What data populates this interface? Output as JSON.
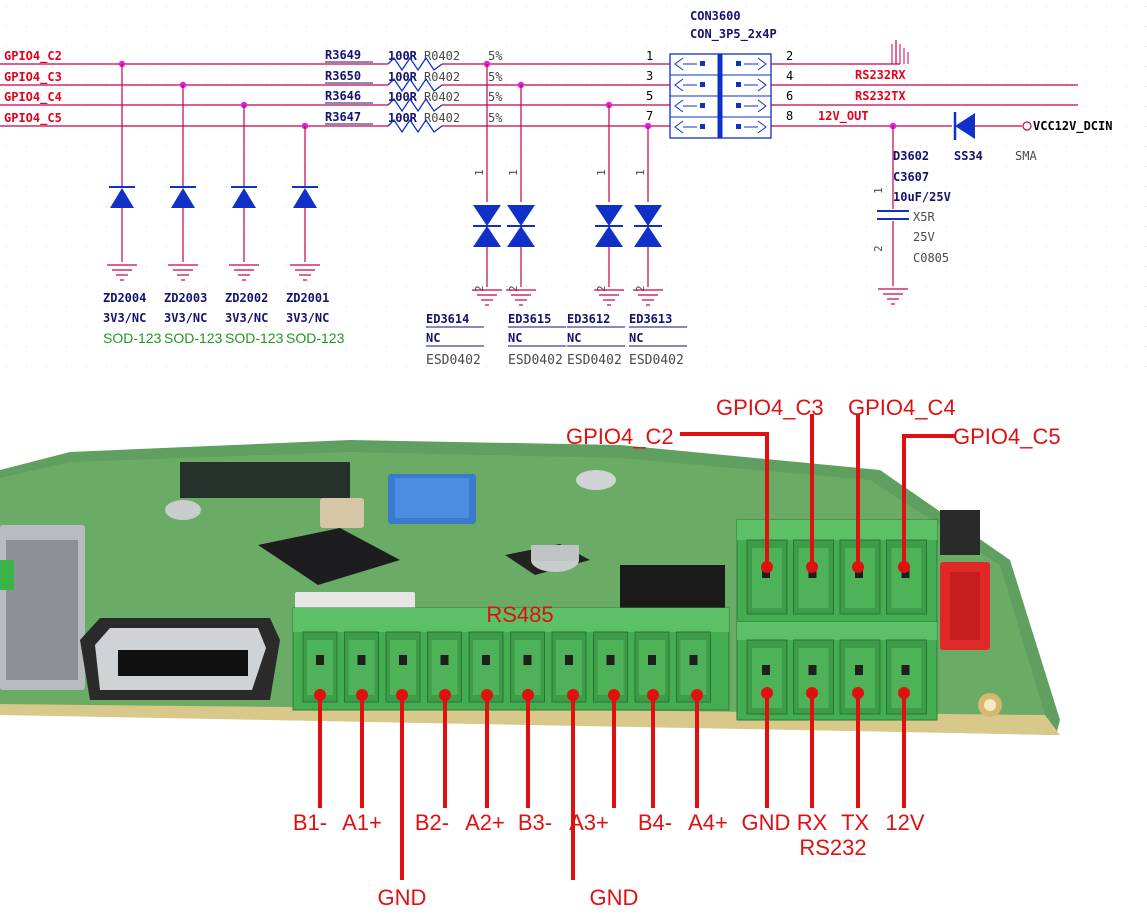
{
  "colors": {
    "net_line": "#c8004e",
    "net_label": "#e8001c",
    "part_ref": "#141470",
    "part_value": "#4a4a4a",
    "package": "#1e9a1e",
    "symbol_blue": "#1030c8",
    "callout_red": "#e01010",
    "board_green": "#4fa85a",
    "terminal_green": "#44ad52"
  },
  "schematic": {
    "nets": [
      "GPIO4_C2",
      "GPIO4_C3",
      "GPIO4_C4",
      "GPIO4_C5"
    ],
    "resistors": [
      {
        "ref": "R3649",
        "value": "100R",
        "package": "R0402",
        "tol": "5%"
      },
      {
        "ref": "R3650",
        "value": "100R",
        "package": "R0402",
        "tol": "5%"
      },
      {
        "ref": "R3646",
        "value": "100R",
        "package": "R0402",
        "tol": "5%"
      },
      {
        "ref": "R3647",
        "value": "100R",
        "package": "R0402",
        "tol": "5%"
      }
    ],
    "connector": {
      "ref": "CON3600",
      "value": "CON_3P5_2x4P",
      "left_pins": [
        "1",
        "3",
        "5",
        "7"
      ],
      "right_pins": [
        "2",
        "4",
        "6",
        "8"
      ],
      "right_nets": [
        "RS232RX",
        "RS232TX",
        "12V_OUT"
      ]
    },
    "zeners": [
      {
        "ref": "ZD2004",
        "value": "3V3/NC",
        "package": "SOD-123"
      },
      {
        "ref": "ZD2003",
        "value": "3V3/NC",
        "package": "SOD-123"
      },
      {
        "ref": "ZD2002",
        "value": "3V3/NC",
        "package": "SOD-123"
      },
      {
        "ref": "ZD2001",
        "value": "3V3/NC",
        "package": "SOD-123"
      }
    ],
    "esd": [
      {
        "ref": "ED3614",
        "value": "NC",
        "package": "ESD0402"
      },
      {
        "ref": "ED3615",
        "value": "NC",
        "package": "ESD0402"
      },
      {
        "ref": "ED3612",
        "value": "NC",
        "package": "ESD0402"
      },
      {
        "ref": "ED3613",
        "value": "NC",
        "package": "ESD0402"
      }
    ],
    "esd_pin1": "1",
    "esd_pin2": "2",
    "diode": {
      "ref": "D3602",
      "value": "SS34",
      "package": "SMA"
    },
    "power_net": "VCC12V_DCIN",
    "capacitor": {
      "ref": "C3607",
      "value": "10uF/25V",
      "dielectric": "X5R",
      "voltage": "25V",
      "package": "C0805",
      "pin1": "1",
      "pin2": "2"
    }
  },
  "photo": {
    "title": "RS485",
    "top_callouts": [
      "GPIO4_C2",
      "GPIO4_C3",
      "GPIO4_C4",
      "GPIO4_C5"
    ],
    "bottom_labels": [
      "B1-",
      "A1+",
      "B2-",
      "A2+",
      "B3-",
      "A3+",
      "B4-",
      "A4+"
    ],
    "gnd_label": "GND",
    "rs232_labels": [
      "GND",
      "RX",
      "TX",
      "12V"
    ],
    "rs232_caption": "RS232"
  }
}
